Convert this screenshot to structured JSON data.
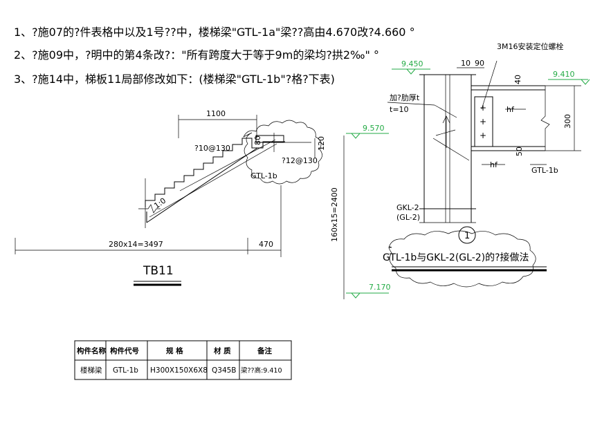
{
  "notes": [
    "1、?施07的?件表格中以及1号??中，楼梯梁\"GTL-1a\"梁??高由4.670改?4.660 °",
    "2、?施09中，?明中的第4条改?：\"所有跨度大于等于9m的梁均?拱2‰\" °",
    "3、?施14中，梯板11局部修改如下：(楼梯梁\"GTL-1b\"?格?下表)"
  ],
  "left_drawing": {
    "title": "TB11",
    "dim_top": "1100",
    "dim_bottom_left": "280x14=3497",
    "dim_bottom_right": "470",
    "dim_vertical": "160x15=2400",
    "dim_120": "120",
    "dim_80": "80",
    "rebar_1": "?10@130",
    "rebar_2": "?12@130",
    "beam_label": "GTL-1b",
    "slope_label": "1:0",
    "elev_top": "9.570",
    "elev_bottom": "7.170"
  },
  "right_drawing": {
    "title": "GTL-1b与GKL-2(GL-2)的?接做法",
    "detail_number": "1",
    "bolt_note": "3M16安装定位螺栓",
    "stiffener_note": "加?肋厚t",
    "stiffener_t": "t=10",
    "elev_left": "9.450",
    "elev_right": "9.410",
    "dim_10": "10",
    "dim_90": "90",
    "dim_40": "40",
    "dim_300": "300",
    "dim_50": "50",
    "weld_1": "hf",
    "weld_2": "hf",
    "beam_label": "GTL-1b",
    "column_label_1": "GKL-2",
    "column_label_2": "(GL-2)"
  },
  "table": {
    "headers": [
      "构件名称",
      "构件代号",
      "规 格",
      "材 质",
      "备注"
    ],
    "row": [
      "楼梯梁",
      "GTL-1b",
      "H300X150X6X8",
      "Q345B",
      "梁??高:9.410"
    ]
  }
}
